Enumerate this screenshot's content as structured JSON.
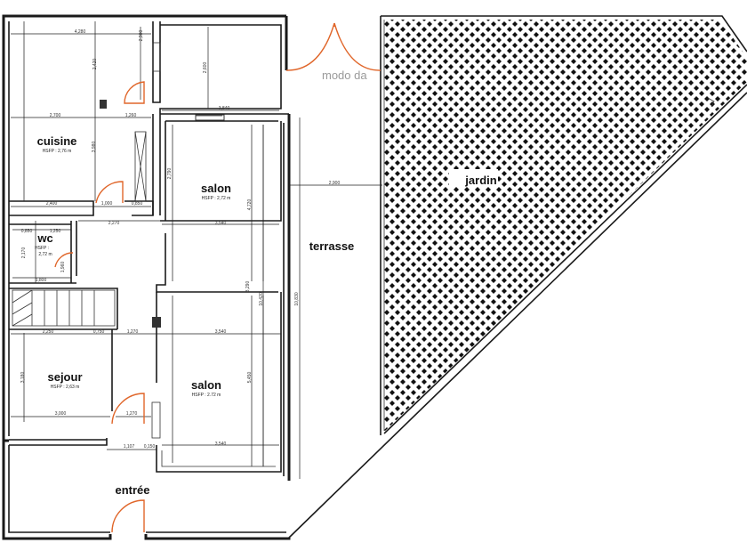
{
  "watermark": "modo da",
  "rooms": {
    "cuisine": {
      "name": "cuisine",
      "hsfp": "HSFP : 2,76 m"
    },
    "salon_top": {
      "name": "salon",
      "hsfp": "HSFP : 2,72 m"
    },
    "wc": {
      "name": "wc",
      "hsfp_a": "HSFP :",
      "hsfp_b": "2,72 m"
    },
    "sejour": {
      "name": "sejour",
      "hsfp": "HSFP : 2,63 m"
    },
    "salon_bottom": {
      "name": "salon",
      "hsfp": "HSFP : 2.72 m"
    },
    "terrasse": {
      "name": "terrasse"
    },
    "jardin": {
      "name": "jardin"
    },
    "entree": {
      "name": "entrée"
    }
  },
  "dimensions": {
    "top_width": "4,280",
    "cuisine_height": "2,420",
    "cuisine_width": "2,700",
    "mid_260": "1,260",
    "small_top": "2,900",
    "h_2600": "2,600",
    "w_3840": "3,840",
    "cuisine_inner_h": "3,980",
    "salon_top_h": "2,790",
    "salon_top_h2": "4,720",
    "cuisine_bottom_w": "2,400",
    "w_1000": "1,000",
    "w_0850": "0,850",
    "w_3540_a": "3,540",
    "w_2270": "2,270",
    "terrasse_w": "2,900",
    "wc_w1": "0,850",
    "wc_w2": "1,250",
    "wc_h1": "2,170",
    "wc_h2": "1,960",
    "stair_w": "1,800",
    "sejour_w1": "2,250",
    "sejour_w2": "0,750",
    "sejour_w3": "1,270",
    "w_3540_b": "3,540",
    "sejour_h": "3,180",
    "salon_bottom_h": "5,450",
    "terrasse_h": "10,830",
    "salon_h3": "10,420",
    "sejour_w4": "3,000",
    "entry_w": "1,270",
    "entry_w2": "1,107",
    "entry_w3": "0,150",
    "w_3540_c": "3,540",
    "salon_h4": "3,290"
  }
}
